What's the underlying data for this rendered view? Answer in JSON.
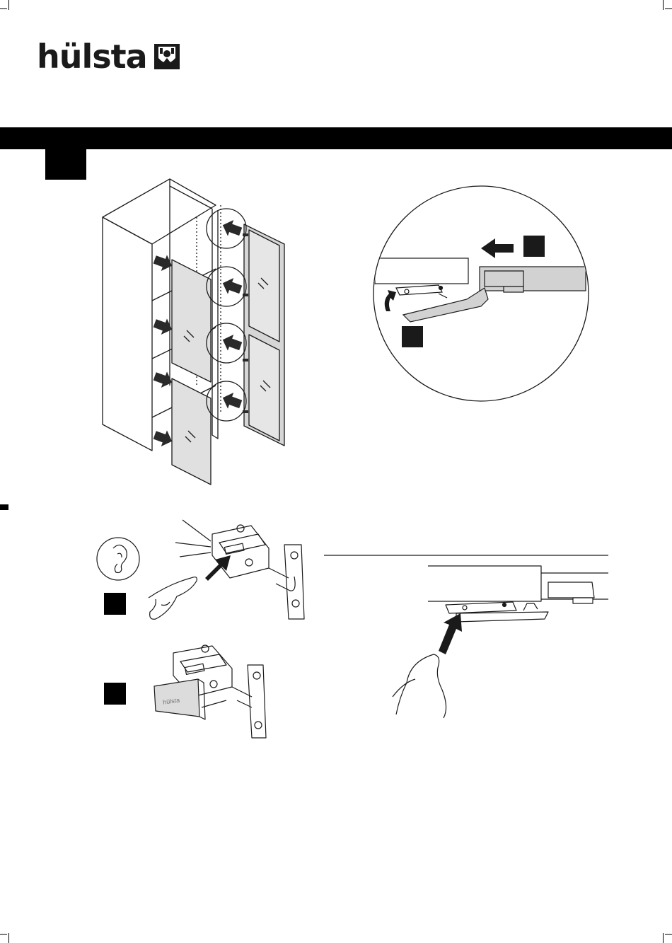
{
  "brand": {
    "name": "hülsta",
    "logo_icon": "hulsta-crest-icon"
  },
  "step_markers": [
    "main-step",
    "detail-step-a",
    "detail-step-b",
    "hinge-step-a",
    "hinge-step-b"
  ],
  "hinge_cover_text": "hülsta",
  "colors": {
    "ink": "#1a1a1a",
    "panel_grey": "#d2d2d2",
    "glass_grey": "#e0e0e0"
  }
}
